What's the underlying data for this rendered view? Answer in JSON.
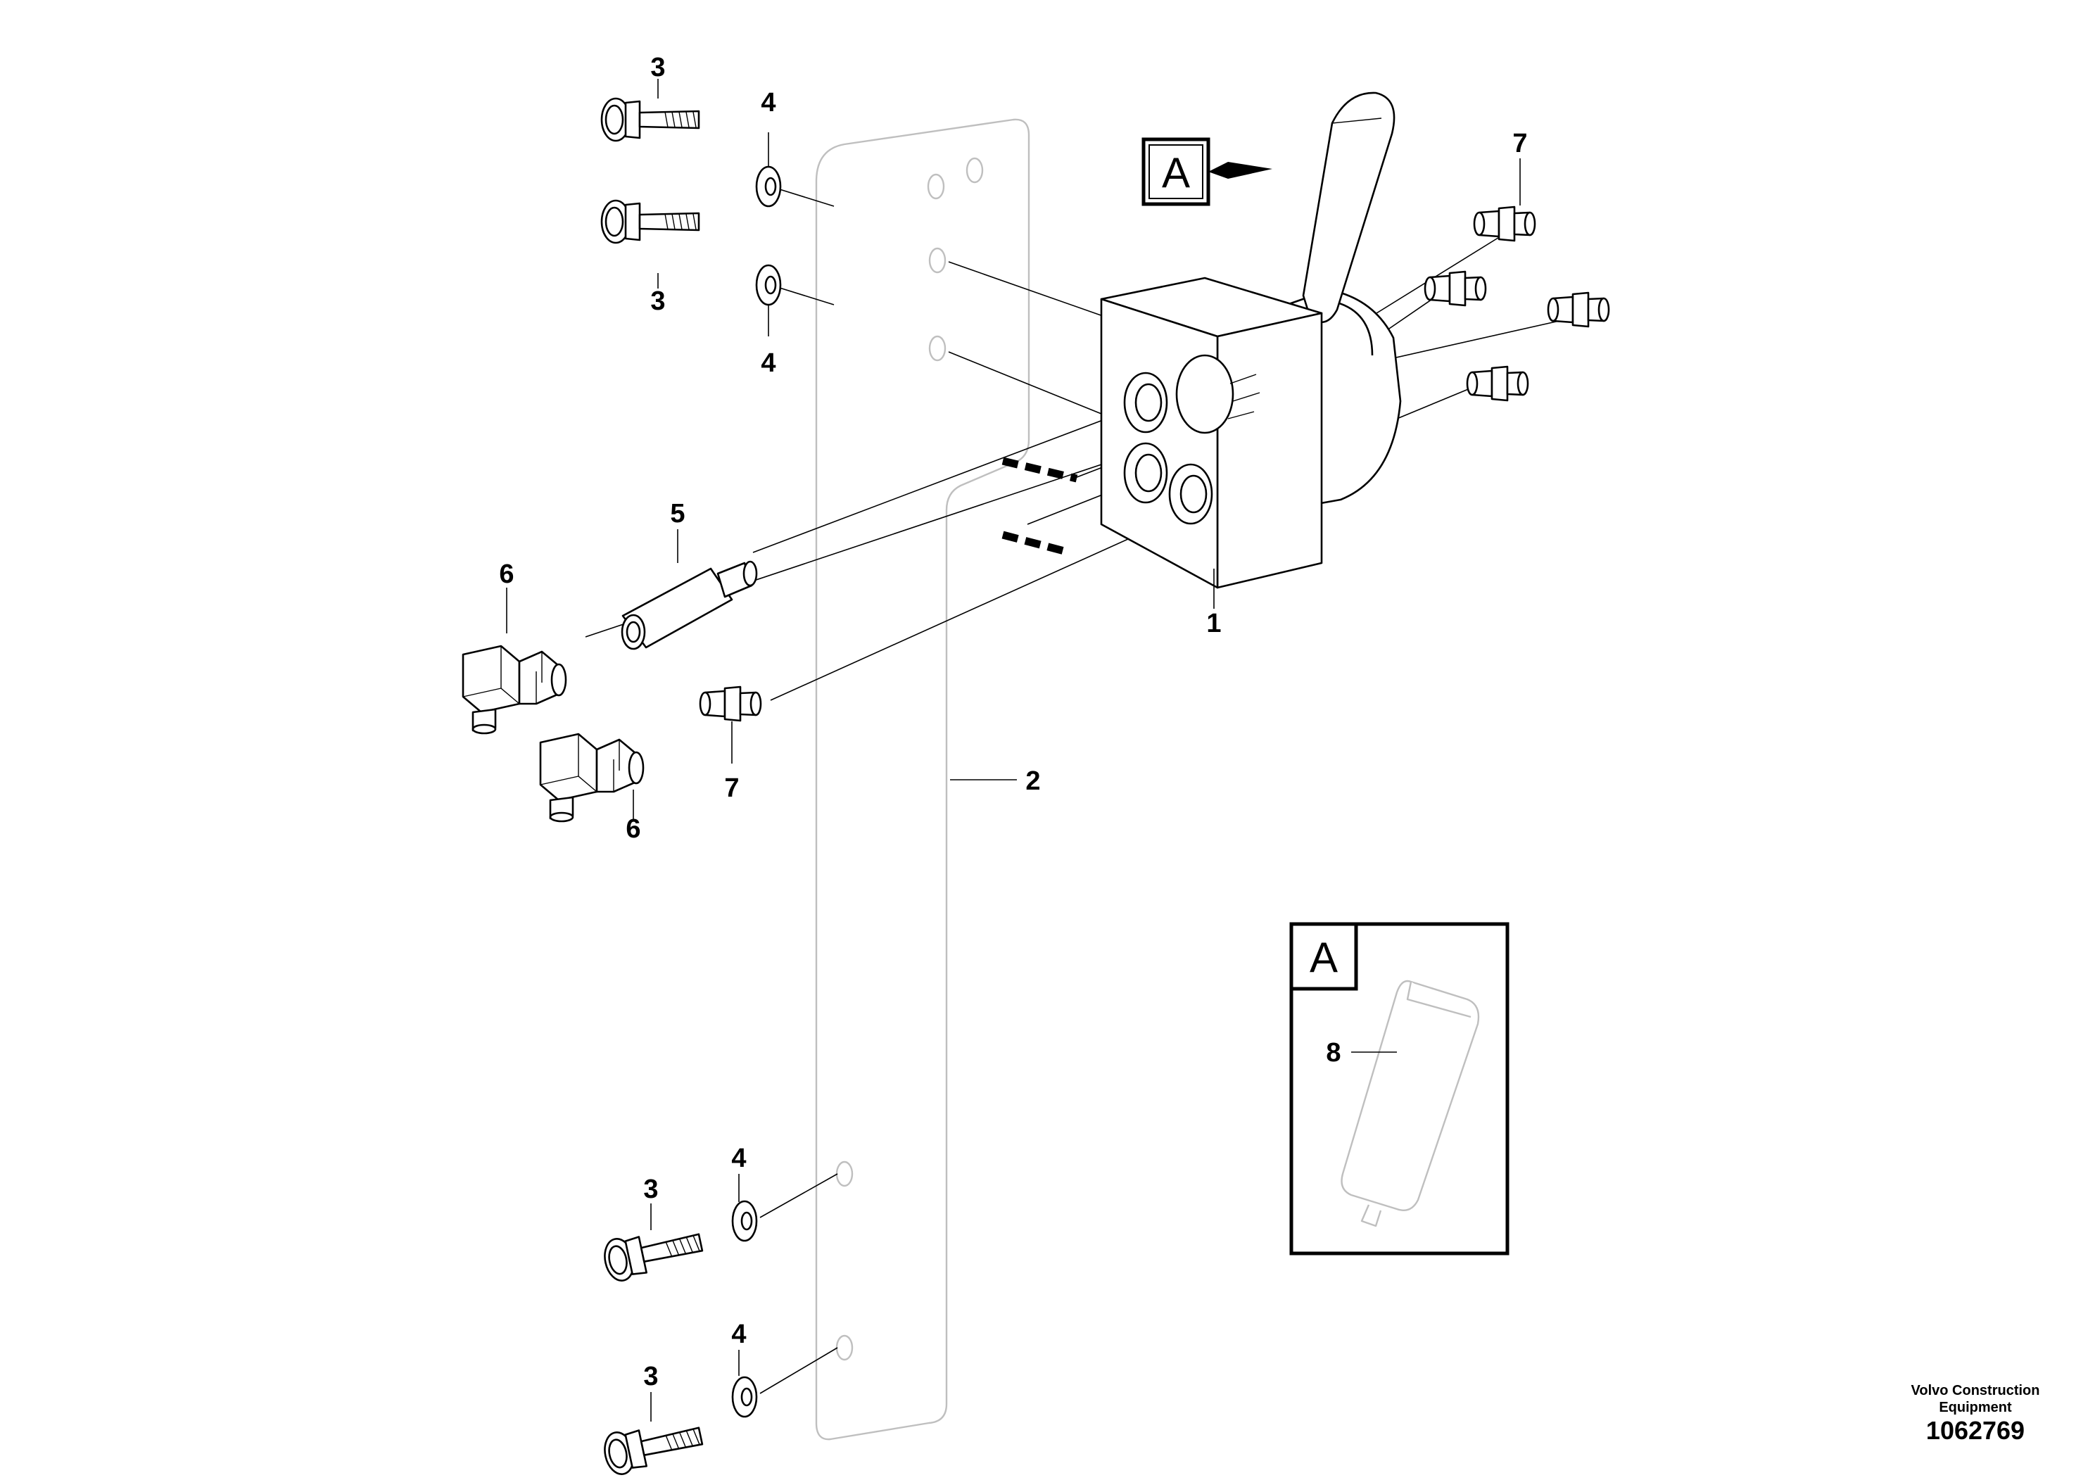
{
  "callouts": {
    "c1": "1",
    "c2": "2",
    "c3": "3",
    "c4": "4",
    "c5": "5",
    "c6": "6",
    "c7": "7",
    "c8": "8"
  },
  "view": {
    "letter": "A"
  },
  "footer": {
    "company_line1": "Volvo Construction",
    "company_line2": "Equipment",
    "drawing_number": "1062769"
  }
}
